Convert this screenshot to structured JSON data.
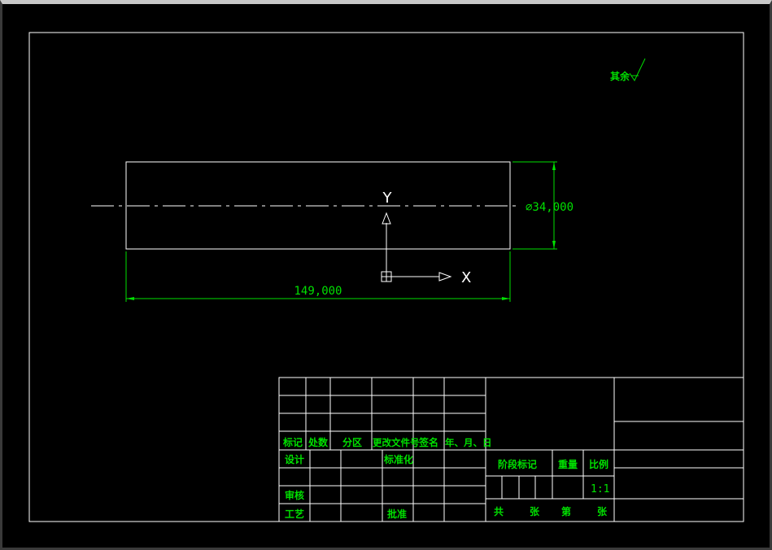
{
  "drawing": {
    "surface_note": "其余",
    "length_dim": "149,000",
    "diameter_dim": "⌀34,000",
    "axis_x": "X",
    "axis_y": "Y"
  },
  "title_block": {
    "mark": "标记",
    "count": "处数",
    "zone": "分区",
    "change_doc": "更改文件号",
    "signature": "签名",
    "date": "年、月、日",
    "design": "设计",
    "standardize": "标准化",
    "review": "审核",
    "process": "工艺",
    "approve": "批准",
    "stage_mark": "阶段标记",
    "weight": "重量",
    "scale": "比例",
    "scale_value": "1:1",
    "total": "共",
    "sheet": "张",
    "nth": "第",
    "sheet2": "张"
  },
  "colors": {
    "background": "#000000",
    "lines": "#ffffff",
    "annotation": "#00e000"
  }
}
